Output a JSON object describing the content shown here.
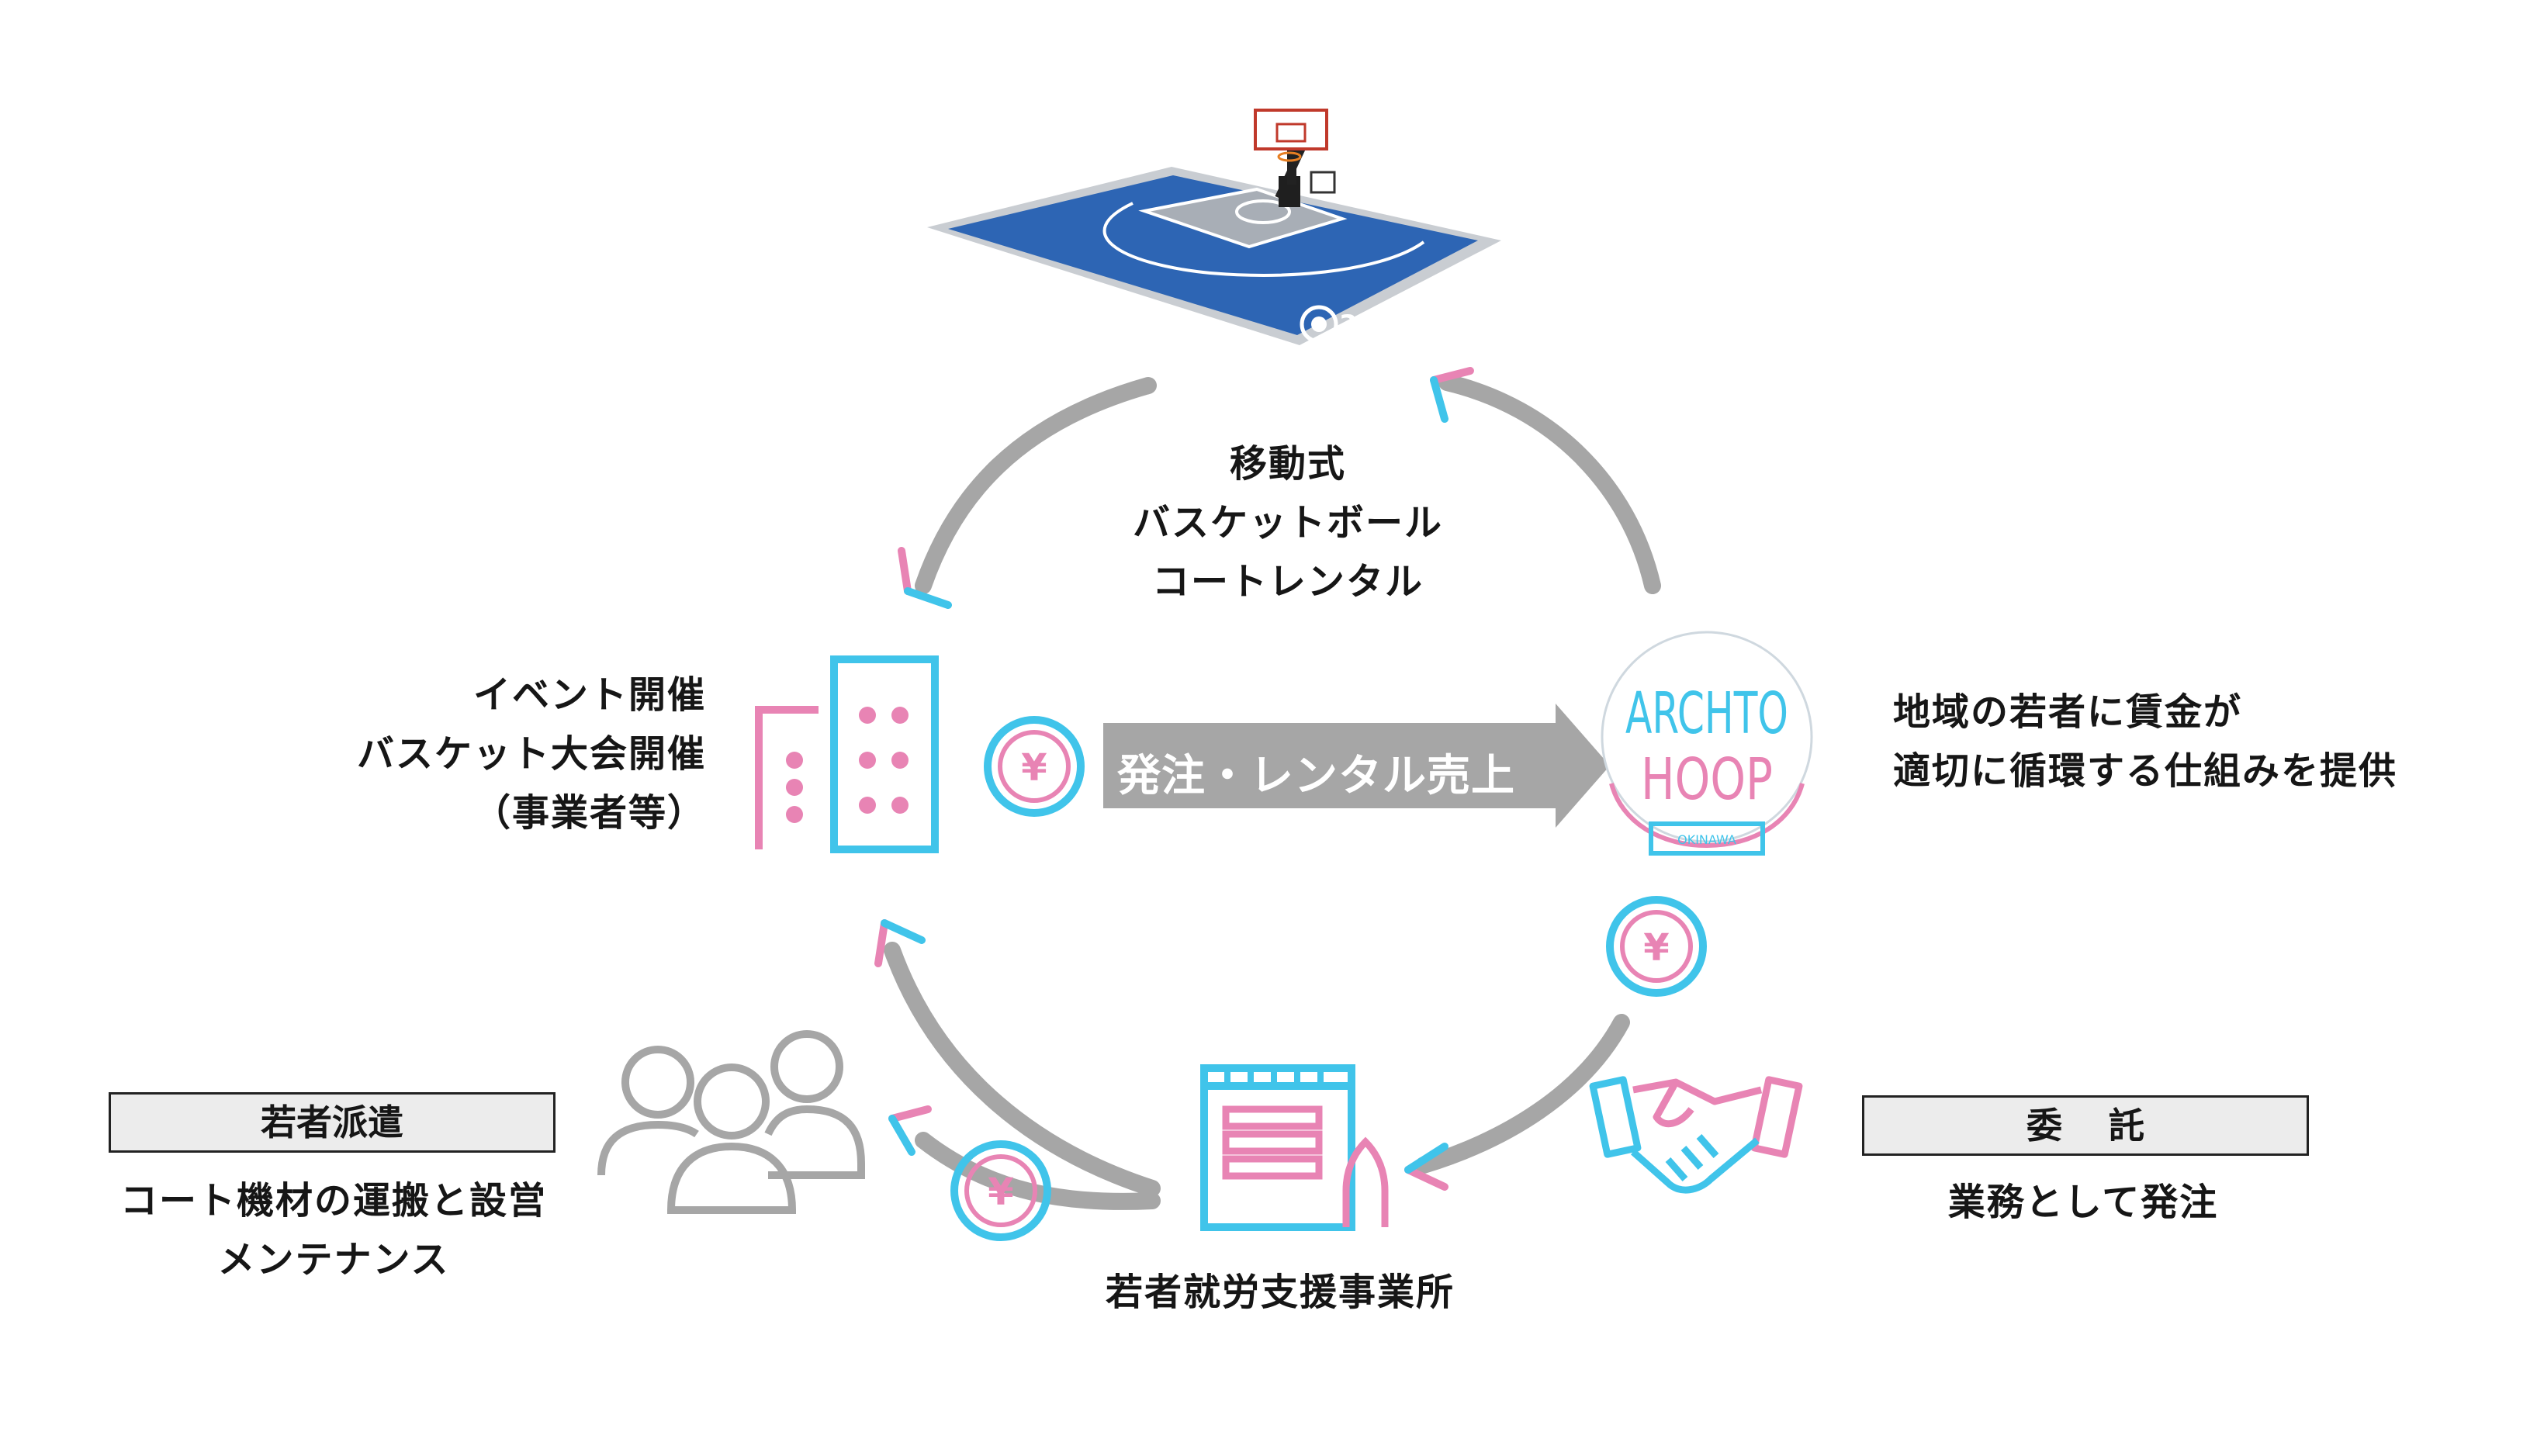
{
  "colors": {
    "pink": "#e884b4",
    "cyan": "#40c4ea",
    "gray": "#a6a6a6",
    "court_blue": "#2d65b4",
    "court_border": "#c9cdd2"
  },
  "icons": [
    "basketball-court-icon",
    "buildings-icon",
    "yen-coin-icon",
    "archtohoop-logo",
    "people-icon",
    "support-office-icon",
    "handshake-icon"
  ],
  "top": {
    "lines": [
      "移動式",
      "バスケットボール",
      "コートレンタル"
    ]
  },
  "left": {
    "lines": [
      "イベント開催",
      "バスケット大会開催",
      "（事業者等）"
    ]
  },
  "center_arrow": {
    "label": "発注・レンタル売上"
  },
  "logo": {
    "line1": "ARCHTO",
    "line2": "HOOP",
    "sub": "OKINAWA"
  },
  "right": {
    "lines": [
      "地域の若者に賃金が",
      "適切に循環する仕組みを提供"
    ]
  },
  "dispatch": {
    "box_label": "若者派遣",
    "lines": [
      "コート機材の運搬と設営",
      "メンテナンス"
    ]
  },
  "commission": {
    "box_label": "委託",
    "sub": "業務として発注"
  },
  "office": {
    "label": "若者就労支援事業所"
  },
  "yen_symbol": "¥",
  "court_logo_text": "ARCHTO HOOP"
}
